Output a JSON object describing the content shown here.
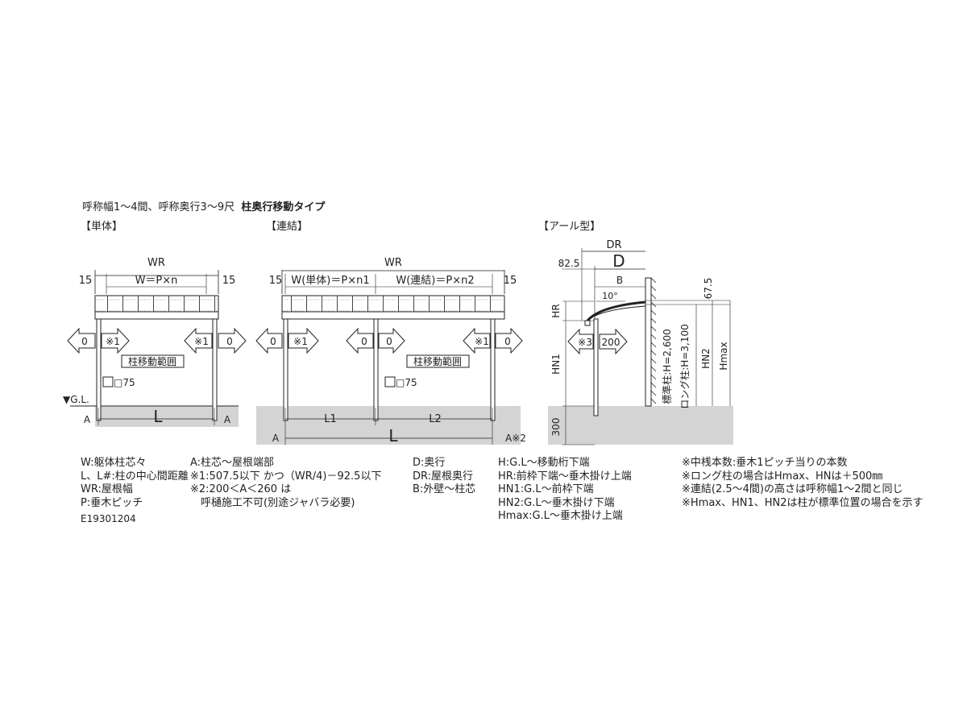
{
  "header": {
    "line": "呼称幅1～4間、呼称奥行3～9尺",
    "bold": "柱奥行移動タイプ"
  },
  "sections": {
    "single": "【単体】",
    "linked": "【連結】",
    "arch": "【アール型】"
  },
  "single_fig": {
    "wr": "WR",
    "w": "W＝P×n",
    "edge_left": "15",
    "edge_right": "15",
    "move_left": "0",
    "note1_left": "※1",
    "note1_right": "※1",
    "move_right": "0",
    "range": "柱移動範囲",
    "post": "□75",
    "gl": "▼G.L.",
    "a_left": "A",
    "l": "L",
    "a_right": "A"
  },
  "linked_fig": {
    "wr": "WR",
    "edge_left": "15",
    "w_single": "W(単体)＝P×n1",
    "w_linked": "W(連結)＝P×n2",
    "edge_right": "15",
    "move_1": "0",
    "note1_left": "※1",
    "move_2": "0",
    "move_3": "0",
    "range": "柱移動範囲",
    "note1_right": "※1",
    "move_4": "0",
    "post": "□75",
    "l1": "L1",
    "l2": "L2",
    "a_left": "A",
    "l": "L",
    "a_right": "A※2"
  },
  "arch_fig": {
    "dr": "DR",
    "d": "D",
    "d_offset": "82.5",
    "b": "B",
    "angle": "10°",
    "top_offset": "67.5",
    "hr": "HR",
    "note3": "※3",
    "move": "200",
    "hn1": "HN1",
    "std_post": "標準柱:H=2,600",
    "long_post": "ロング柱:H=3,100",
    "hn2": "HN2",
    "hmax": "Hmax",
    "depth": "300"
  },
  "notes": {
    "col1": [
      "W:躯体柱芯々",
      "L、L#:柱の中心間距離",
      "WR:屋根幅",
      "P:垂木ピッチ"
    ],
    "code": "E19301204",
    "col2": [
      "A:柱芯～屋根端部",
      "※1:507.5以下 かつ（WR/4)－92.5以下",
      "※2:200＜A＜260 は",
      "　呼樋施工不可(別途ジャバラ必要)"
    ],
    "col3": [
      "D:奥行",
      "DR:屋根奥行",
      "B:外壁～柱芯"
    ],
    "col4": [
      "H:G.L～移動桁下端",
      "HR:前枠下端～垂木掛け上端",
      "HN1:G.L～前枠下端",
      "HN2:G.L～垂木掛け下端",
      "Hmax:G.L～垂木掛け上端"
    ],
    "col5": [
      "※中桟本数:垂木1ピッチ当りの本数",
      "※ロング柱の場合はHmax、HNは＋500㎜",
      "※連結(2.5～4間)の高さは呼称幅1～2間と同じ",
      "※Hmax、HN1、HN2は柱が標準位置の場合を示す"
    ]
  }
}
